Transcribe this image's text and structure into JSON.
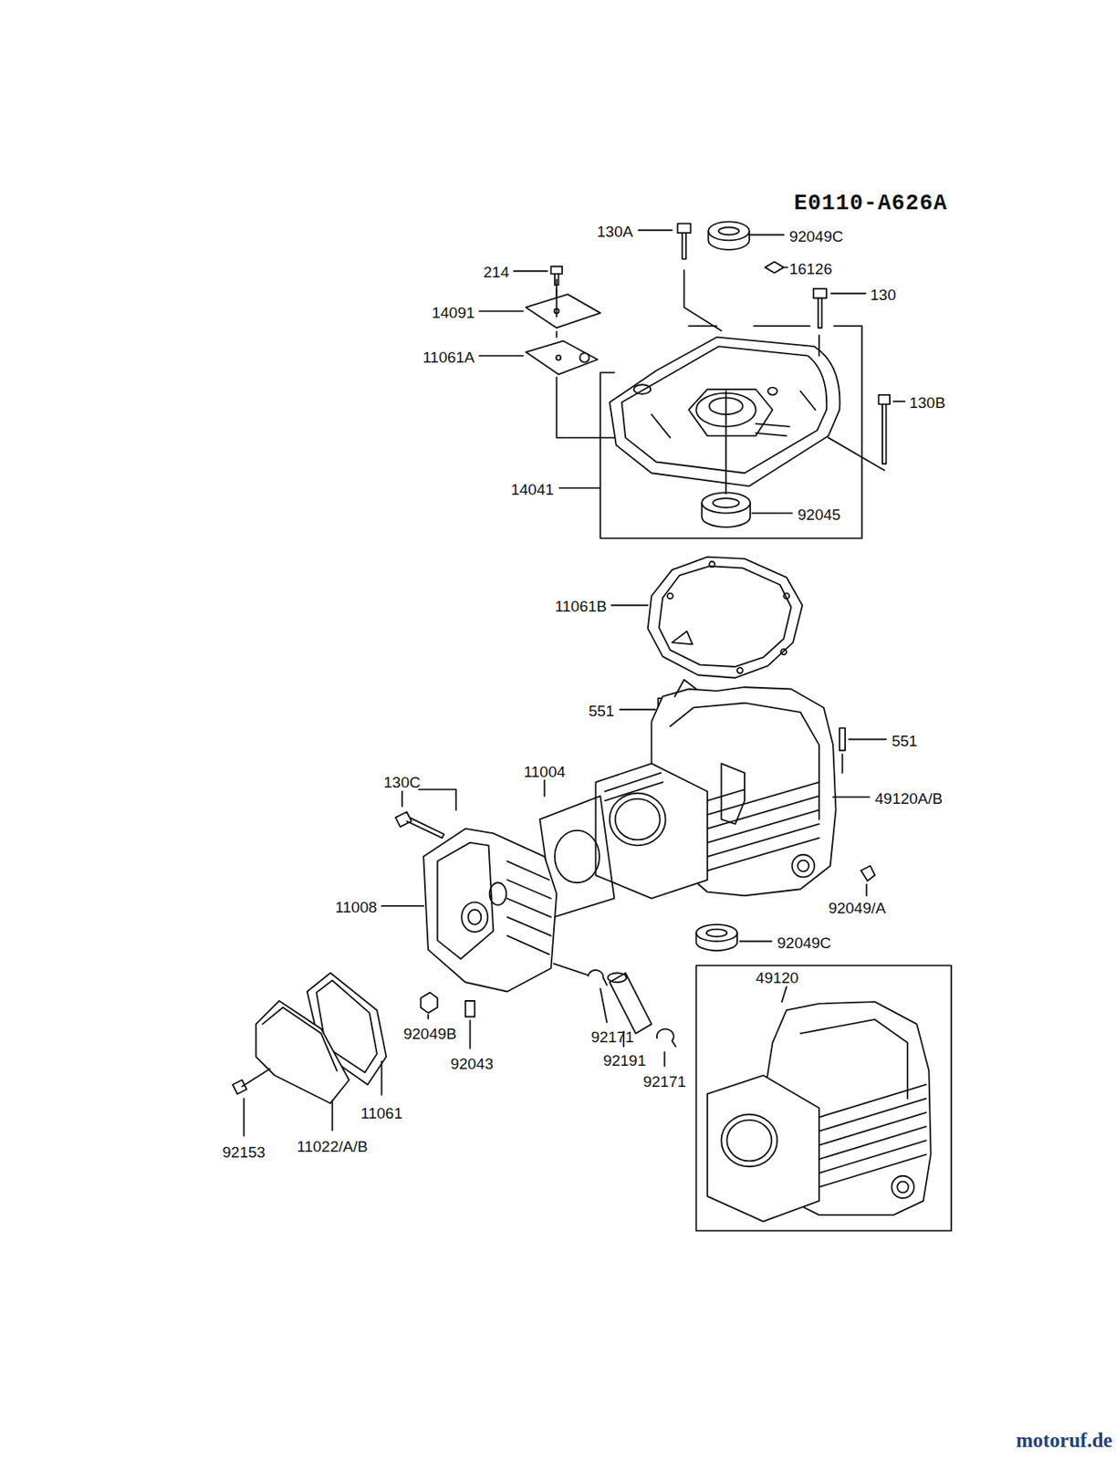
{
  "diagram": {
    "labels": [
      "E0110-A626A",
      "130A",
      "92049C",
      "16126",
      "214",
      "130",
      "14091",
      "11061A",
      "130B",
      "14041",
      "92045",
      "11061B",
      "551",
      "551",
      "130C",
      "11004",
      "49120A/B",
      "11008",
      "92049/A",
      "92049C",
      "49120",
      "92049B",
      "92171",
      "92191",
      "92043",
      "92171",
      "11061",
      "92153",
      "11022/A/B",
      "motoruf.de"
    ]
  }
}
